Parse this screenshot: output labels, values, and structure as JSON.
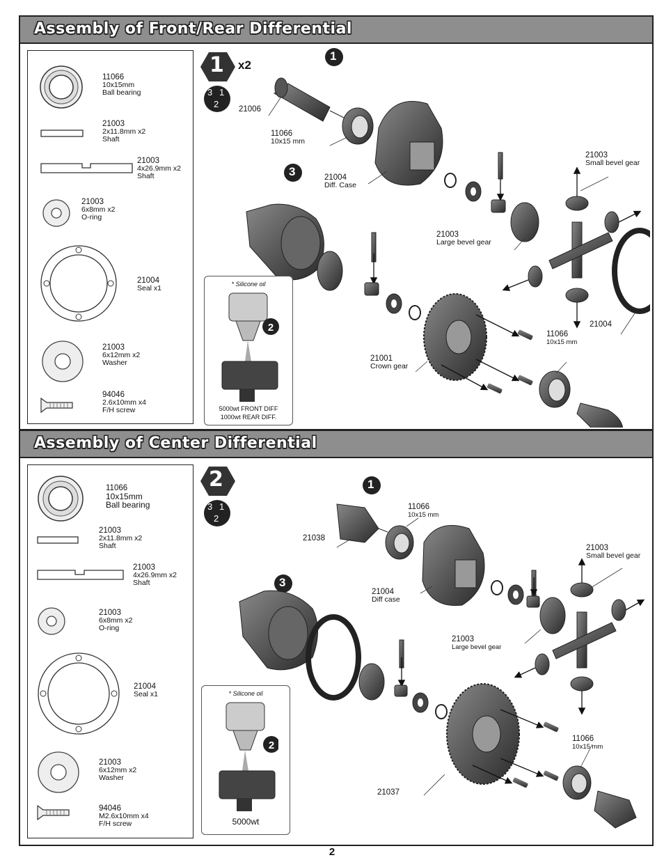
{
  "page_number": "2",
  "front_rear": {
    "title": "Assembly of Front/Rear Differential",
    "step_number": "1",
    "step_multiplier": "x2",
    "order_badge": [
      "3",
      "1",
      "2"
    ],
    "stage_labels": [
      "1",
      "2",
      "3"
    ],
    "parts": [
      {
        "pn": "11066",
        "size": "10x15mm",
        "name": "Ball bearing"
      },
      {
        "pn": "21003",
        "size": "2x11.8mm x2",
        "name": "Shaft"
      },
      {
        "pn": "21003",
        "size": "4x26.9mm x2",
        "name": "Shaft"
      },
      {
        "pn": "21003",
        "size": "6x8mm x2",
        "name": "O-ring"
      },
      {
        "pn": "21004",
        "size": "Seal x1",
        "name": ""
      },
      {
        "pn": "21003",
        "size": "6x12mm x2",
        "name": "Washer"
      },
      {
        "pn": "94046",
        "size": "2.6x10mm x4",
        "name": "F/H screw"
      }
    ],
    "callouts": {
      "c21006": "21006",
      "c11066a_pn": "11066",
      "c11066a_sz": "10x15 mm",
      "c21004a_pn": "21004",
      "c21004a_nm": "Diff. Case",
      "c21003s_pn": "21003",
      "c21003s_nm": "Small bevel gear",
      "c21003l_pn": "21003",
      "c21003l_nm": "Large bevel gear",
      "c21004b": "21004",
      "c11066b_pn": "11066",
      "c11066b_sz": "10x15 mm",
      "c21001_pn": "21001",
      "c21001_nm": "Crown gear"
    },
    "silicone": {
      "note": "* Silicone oil",
      "spec1": "5000wt FRONT DIFF",
      "spec2": "1000wt REAR DIFF."
    }
  },
  "center": {
    "title": "Assembly of Center Differential",
    "step_number": "2",
    "order_badge": [
      "3",
      "1",
      "2"
    ],
    "stage_labels": [
      "1",
      "2",
      "3"
    ],
    "parts": [
      {
        "pn": "11066",
        "size": "10x15mm",
        "name": "Ball bearing"
      },
      {
        "pn": "21003",
        "size": "2x11.8mm x2",
        "name": "Shaft"
      },
      {
        "pn": "21003",
        "size": "4x26.9mm x2",
        "name": "Shaft"
      },
      {
        "pn": "21003",
        "size": "6x8mm x2",
        "name": "O-ring"
      },
      {
        "pn": "21004",
        "size": "Seal x1",
        "name": ""
      },
      {
        "pn": "21003",
        "size": "6x12mm x2",
        "name": "Washer"
      },
      {
        "pn": "94046",
        "size": "M2.6x10mm x4",
        "name": "F/H screw"
      }
    ],
    "callouts": {
      "c21038": "21038",
      "c11066a_pn": "11066",
      "c11066a_sz": "10x15 mm",
      "c21004_pn": "21004",
      "c21004_nm": "Diff case",
      "c21003s_pn": "21003",
      "c21003s_nm": "Small bevel gear",
      "c21003l_pn": "21003",
      "c21003l_nm": "Large bevel gear",
      "c11066b_pn": "11066",
      "c11066b_sz": "10x15 mm",
      "c21037": "21037"
    },
    "silicone": {
      "note": "* Silicone oil",
      "spec1": "5000wt"
    }
  }
}
